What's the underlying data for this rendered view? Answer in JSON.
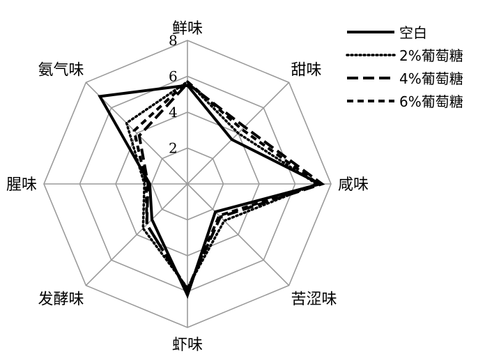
{
  "chart_data": {
    "type": "radar",
    "axes": [
      "鲜味",
      "甜味",
      "咸味",
      "苦涩味",
      "虾味",
      "发酵味",
      "腥味",
      "氨气味"
    ],
    "rlim": [
      0,
      8
    ],
    "ticks": [
      2,
      4,
      6,
      8
    ],
    "grid": true,
    "legend_position": "top-right",
    "series": [
      {
        "name": "空白",
        "style": "solid",
        "values": [
          5.5,
          3.5,
          7.4,
          2.2,
          6.2,
          2.8,
          2.1,
          6.9
        ]
      },
      {
        "name": "2%葡萄糖",
        "style": "dotted",
        "values": [
          5.7,
          4.0,
          7.2,
          2.9,
          5.8,
          3.5,
          2.4,
          4.8
        ]
      },
      {
        "name": "4%葡萄糖",
        "style": "longdash",
        "values": [
          5.6,
          4.5,
          7.5,
          2.6,
          5.9,
          3.2,
          2.2,
          3.8
        ]
      },
      {
        "name": "6%葡萄糖",
        "style": "dash",
        "values": [
          5.7,
          4.3,
          7.3,
          2.5,
          5.9,
          3.2,
          2.3,
          4.2
        ]
      }
    ]
  }
}
